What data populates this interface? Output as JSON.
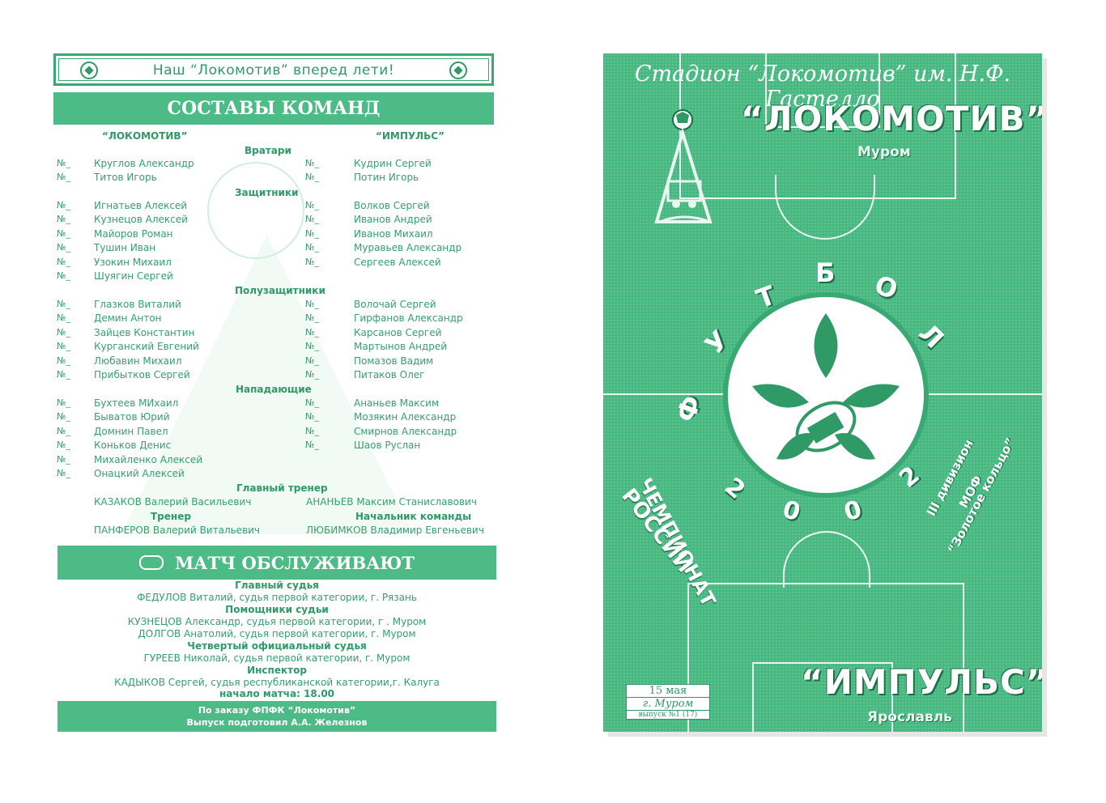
{
  "left_page": {
    "slogan": "Наш “Локомотив” вперед лети!",
    "lineups_title": "СОСТАВЫ КОМАНД",
    "home_team_head": "“ЛОКОМОТИВ”",
    "away_team_head": "“ИМПУЛЬС”",
    "num_marker": "№_",
    "sections": {
      "goalkeepers": "Вратари",
      "defenders": "Защитники",
      "midfielders": "Полузащитники",
      "forwards": "Нападающие"
    },
    "home": {
      "goalkeepers": [
        "Круглов Александр",
        "Титов Игорь"
      ],
      "defenders": [
        "Игнатьев Алексей",
        "Кузнецов Алексей",
        "Майоров Роман",
        "Тушин Иван",
        "Узокин Михаил",
        "Шуягин Сергей"
      ],
      "midfielders": [
        "Глазков Виталий",
        "Демин Антон",
        "Зайцев Константин",
        "Курганский Евгений",
        "Любавин Михаил",
        "Прибытков Сергей"
      ],
      "forwards": [
        "Бухтеев МИхаил",
        "Быватов Юрий",
        "Домнин Павел",
        "Коньков Денис",
        "Михайленко Алексей",
        "Онацкий Алексей"
      ]
    },
    "away": {
      "goalkeepers": [
        "Кудрин Сергей",
        "Потин Игорь"
      ],
      "defenders": [
        "Волков Сергей",
        "Иванов Андрей",
        "Иванов Михаил",
        "Муравьев Александр",
        "Сергеев Алексей"
      ],
      "midfielders": [
        "Волочай Сергей",
        "Гирфанов Александр",
        "Карсанов Сергей",
        "Мартынов Андрей",
        "Помазов Вадим",
        "Питаков Олег"
      ],
      "forwards": [
        "Ананьев Максим",
        "Мозякин Александр",
        "Смирнов Александр",
        "Шаов Руслан"
      ]
    },
    "head_coach_label": "Главный тренер",
    "home_head_coach": "КАЗАКОВ Валерий Васильевич",
    "away_head_coach": "АНАНЬЕВ Максим Станиславович",
    "coach_label": "Тренер",
    "team_manager_label": "Начальник команды",
    "home_coach": "ПАНФЕРОВ Валерий Витальевич",
    "away_manager": "ЛЮБИМКОВ Владимир Евгеньевич",
    "officials_title": "МАТЧ ОБСЛУЖИВАЮТ",
    "officials": [
      {
        "role": "Главный судья",
        "people": [
          "ФЕДУЛОВ Виталий, судья первой категории, г. Рязань"
        ]
      },
      {
        "role": "Помощники судьи",
        "people": [
          "КУЗНЕЦОВ Александр, судья первой категории, г . Муром",
          "ДОЛГОВ Анатолий, судья первой категории, г. Муром"
        ]
      },
      {
        "role": "Четвертый официальный судья",
        "people": [
          "ГУРЕЕВ Николай, судья первой категории, г. Муром"
        ]
      },
      {
        "role": "Инспектор",
        "people": [
          "КАДЫКОВ Сергей, судья республиканской категории,г. Калуга"
        ]
      }
    ],
    "kickoff": "начало матча: 18.00",
    "footer_line1": "По заказу ФПФК “Локомотив”",
    "footer_line2": "Выпуск подготовил  А.А. Железнов"
  },
  "right_page": {
    "stadium": "Стадион “Локомотив” им. Н.Ф. Гастелло",
    "home_team": "“ЛОКОМОТИВ”",
    "home_city": "Муром",
    "word_football": "ФУТБОЛ",
    "championship": "ЧЕМПИОНАТ",
    "country": "РОССИИ",
    "year": "2002",
    "division": "III дивизион",
    "zone": "МОФ",
    "zone_name": "“Золотое кольцо”",
    "away_team": "“ИМПУЛЬС”",
    "away_city": "Ярославль",
    "date": "15 мая",
    "place": "г. Муром",
    "issue": "выпуск №1 (17)"
  },
  "colors": {
    "accent": "#4dbb85",
    "text_green": "#2f9a66",
    "field": "#46b880"
  }
}
